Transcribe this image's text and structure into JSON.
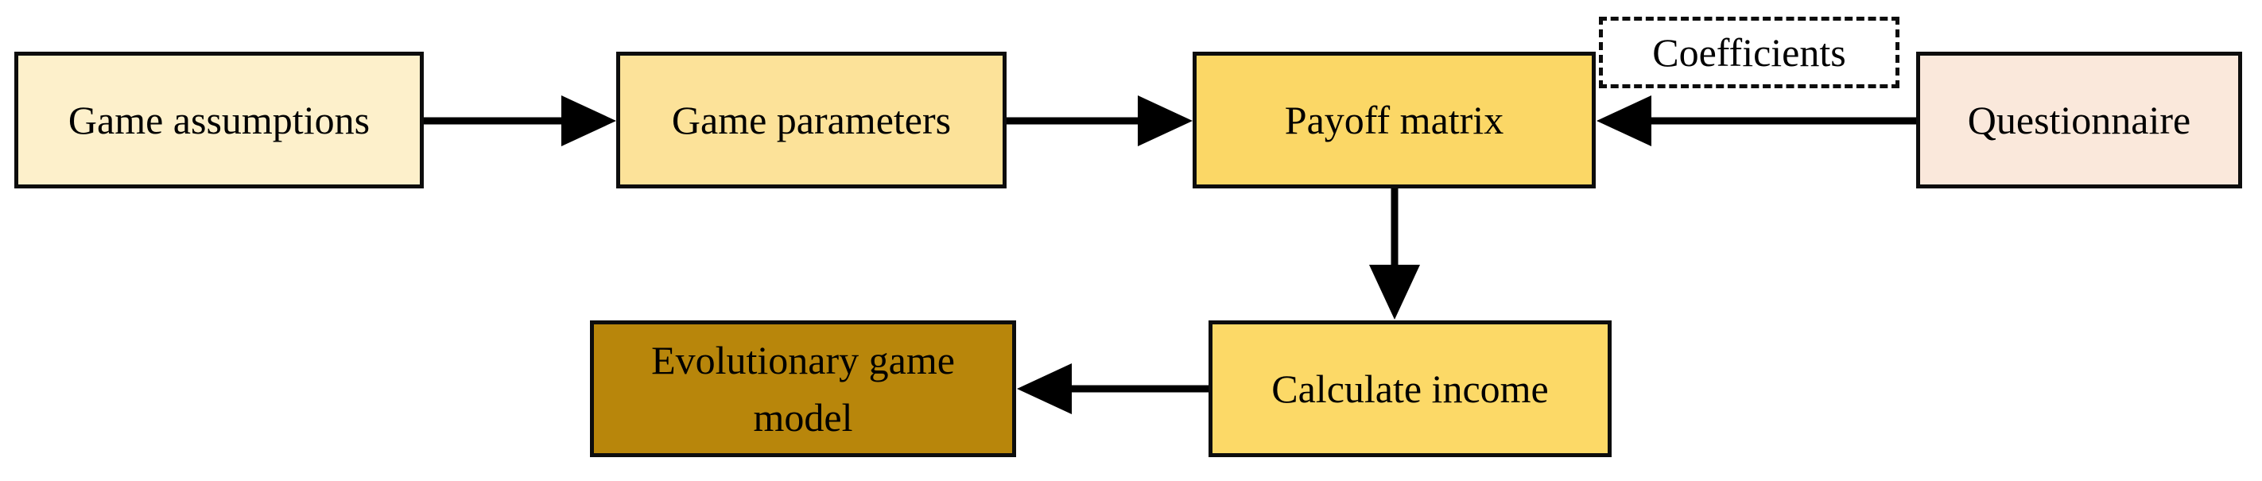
{
  "diagram": {
    "type": "flowchart",
    "background": "#ffffff",
    "border_color": "#0d0d0d",
    "arrow_color": "#000000",
    "nodes": {
      "game_assumptions": {
        "label": "Game assumptions",
        "fill": "#FDF0CB",
        "border_style": "solid"
      },
      "game_parameters": {
        "label": "Game parameters",
        "fill": "#FCE299",
        "border_style": "solid"
      },
      "payoff_matrix": {
        "label": "Payoff matrix",
        "fill": "#FBD766",
        "border_style": "solid"
      },
      "questionnaire": {
        "label": "Questionnaire",
        "fill": "#FAE8DB",
        "border_style": "solid"
      },
      "coefficients": {
        "label": "Coefficients",
        "fill": "#FFFFFF",
        "border_style": "dashed"
      },
      "evolutionary_game_model": {
        "label": "Evolutionary game model",
        "fill": "#B8860B",
        "border_style": "solid"
      },
      "calculate_income": {
        "label": "Calculate income",
        "fill": "#FCD967",
        "border_style": "solid"
      }
    },
    "edges": [
      {
        "from": "game_assumptions",
        "to": "game_parameters",
        "direction": "right"
      },
      {
        "from": "game_parameters",
        "to": "payoff_matrix",
        "direction": "right"
      },
      {
        "from": "questionnaire",
        "to": "payoff_matrix",
        "direction": "left",
        "annotation": "Coefficients"
      },
      {
        "from": "payoff_matrix",
        "to": "calculate_income",
        "direction": "down"
      },
      {
        "from": "calculate_income",
        "to": "evolutionary_game_model",
        "direction": "left"
      }
    ]
  }
}
